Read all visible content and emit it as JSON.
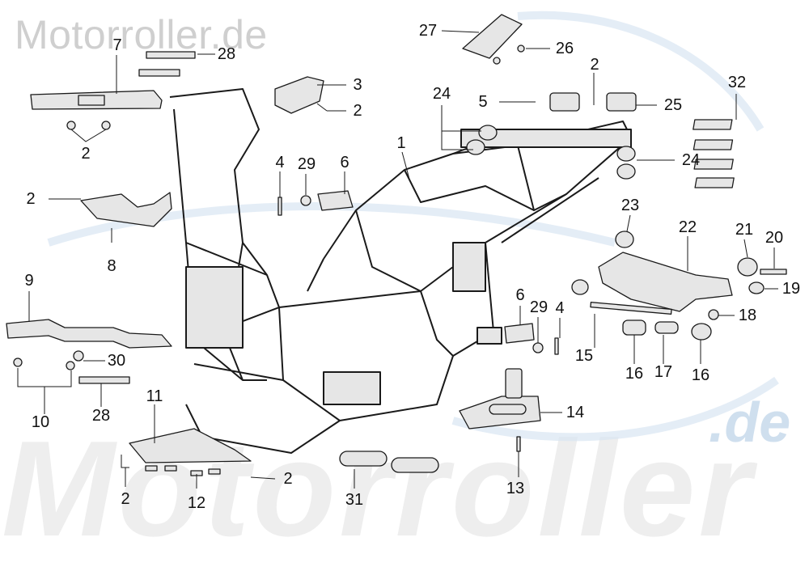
{
  "watermark": {
    "top_text": "Motorroller.de",
    "bottom_text": "Motorroller",
    "suffix_text": ".de"
  },
  "colors": {
    "part_fill": "#e6e6e6",
    "part_stroke": "#1a1a1a",
    "leader": "#1a1a1a",
    "watermark_gray": "#cfcfcf",
    "watermark_blue": "#cfdfee"
  },
  "callouts": [
    {
      "id": "c7",
      "label": "7"
    },
    {
      "id": "c28a",
      "label": "28"
    },
    {
      "id": "c2a",
      "label": "2"
    },
    {
      "id": "c3",
      "label": "3"
    },
    {
      "id": "c2b",
      "label": "2"
    },
    {
      "id": "c27",
      "label": "27"
    },
    {
      "id": "c26",
      "label": "26"
    },
    {
      "id": "c2c",
      "label": "2"
    },
    {
      "id": "c5",
      "label": "5"
    },
    {
      "id": "c25",
      "label": "25"
    },
    {
      "id": "c24a",
      "label": "24"
    },
    {
      "id": "c1",
      "label": "1"
    },
    {
      "id": "c32",
      "label": "32"
    },
    {
      "id": "c24b",
      "label": "24"
    },
    {
      "id": "c4a",
      "label": "4"
    },
    {
      "id": "c29a",
      "label": "29"
    },
    {
      "id": "c6a",
      "label": "6"
    },
    {
      "id": "c2d",
      "label": "2"
    },
    {
      "id": "c8",
      "label": "8"
    },
    {
      "id": "c23",
      "label": "23"
    },
    {
      "id": "c22",
      "label": "22"
    },
    {
      "id": "c21",
      "label": "21"
    },
    {
      "id": "c20",
      "label": "20"
    },
    {
      "id": "c19",
      "label": "19"
    },
    {
      "id": "c9",
      "label": "9"
    },
    {
      "id": "c18",
      "label": "18"
    },
    {
      "id": "c6b",
      "label": "6"
    },
    {
      "id": "c29b",
      "label": "29"
    },
    {
      "id": "c4b",
      "label": "4"
    },
    {
      "id": "c30",
      "label": "30"
    },
    {
      "id": "c15",
      "label": "15"
    },
    {
      "id": "c16a",
      "label": "16"
    },
    {
      "id": "c17",
      "label": "17"
    },
    {
      "id": "c16b",
      "label": "16"
    },
    {
      "id": "c10",
      "label": "10"
    },
    {
      "id": "c28b",
      "label": "28"
    },
    {
      "id": "c11",
      "label": "11"
    },
    {
      "id": "c14",
      "label": "14"
    },
    {
      "id": "c2e",
      "label": "2"
    },
    {
      "id": "c12",
      "label": "12"
    },
    {
      "id": "c2f",
      "label": "2"
    },
    {
      "id": "c31",
      "label": "31"
    },
    {
      "id": "c13",
      "label": "13"
    }
  ]
}
